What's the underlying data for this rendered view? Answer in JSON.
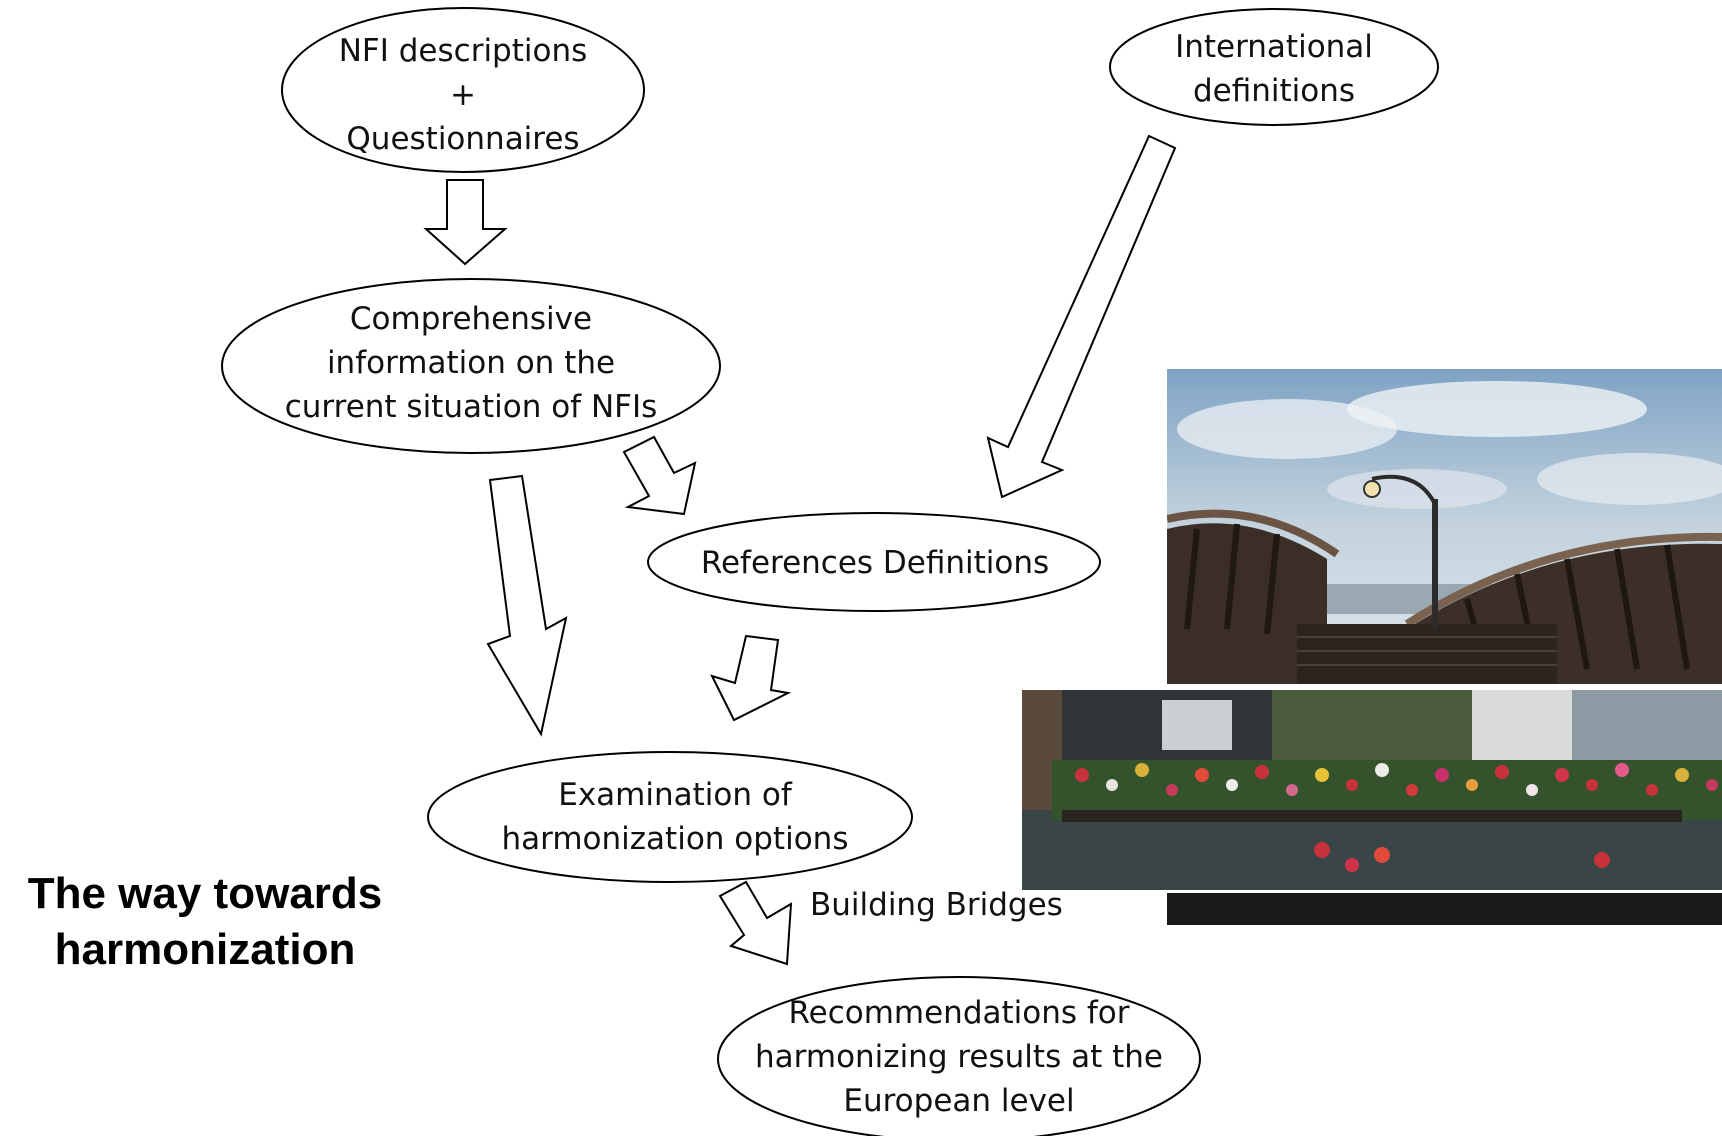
{
  "nodes": {
    "nfi_descriptions": "NFI descriptions\n+\nQuestionnaires",
    "international_definitions": "International\ndefinitions",
    "comprehensive_information": "Comprehensive\ninformation on the\ncurrent situation of NFIs",
    "references_definitions": "References Definitions",
    "examination_options": "Examination of\nharmonization options",
    "recommendations": "Recommendations for\nharmonizing results at the\nEuropean level"
  },
  "edge_label": "Building Bridges",
  "side_title": "The way towards\nharmonization",
  "images": [
    {
      "name": "bridge-sky-photo",
      "subject": "wooden arched bridge with street lamp under cloudy sky"
    },
    {
      "name": "flower-bridge-photo",
      "subject": "bridge covered with flower boxes over a canal"
    }
  ]
}
